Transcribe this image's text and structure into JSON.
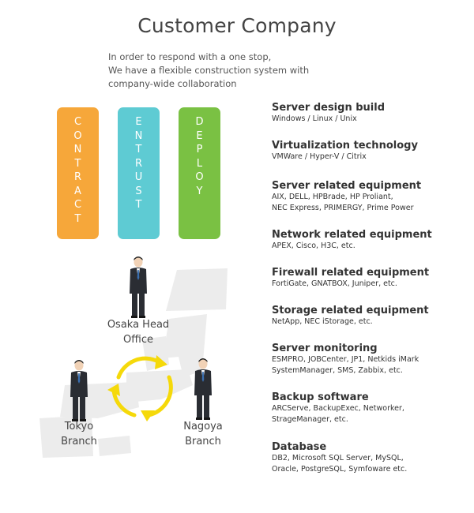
{
  "title": "Customer Company",
  "intro_lines": [
    "In order to respond with a one stop,",
    "We have a flexible construction system with",
    "company-wide collaboration"
  ],
  "pillars": [
    {
      "word": "CONTRACT",
      "color": "#f6a73a"
    },
    {
      "word": "ENTRUST",
      "color": "#5ecbd3"
    },
    {
      "word": "DEPLOY",
      "color": "#7ac143"
    }
  ],
  "categories": [
    {
      "title": "Server design build",
      "lines": [
        "Windows / Linux / Unix"
      ]
    },
    {
      "title": "Virtualization technology",
      "lines": [
        "VMWare / Hyper-V / Citrix"
      ]
    },
    {
      "title": "Server related equipment",
      "lines": [
        "AIX, DELL, HPBrade, HP Proliant,",
        "NEC Express, PRIMERGY, Prime Power"
      ]
    },
    {
      "title": "Network related equipment",
      "lines": [
        "APEX, Cisco, H3C, etc."
      ]
    },
    {
      "title": "Firewall related equipment",
      "lines": [
        "FortiGate, GNATBOX, Juniper, etc."
      ]
    },
    {
      "title": "Storage related equipment",
      "lines": [
        "NetApp, NEC iStorage, etc."
      ]
    },
    {
      "title": "Server monitoring",
      "lines": [
        "ESMPRO, JOBCenter, JP1, Netkids iMark",
        "SystemManager, SMS, Zabbix, etc."
      ]
    },
    {
      "title": "Backup software",
      "lines": [
        "ARCServe, BackupExec, Networker,",
        "StrageManager, etc."
      ]
    },
    {
      "title": "Database",
      "lines": [
        "DB2, Microsoft SQL Server, MySQL,",
        "Oracle, PostgreSQL, Symfoware etc."
      ]
    }
  ],
  "locations": {
    "osaka": [
      "Osaka Head",
      "Office"
    ],
    "tokyo": [
      "Tokyo",
      "Branch"
    ],
    "nagoya": [
      "Nagoya",
      "Branch"
    ]
  },
  "colors": {
    "map": "#ececec",
    "cycle": "#f5d90a",
    "suit": "#2a2d33",
    "tie": "#3a6fb0"
  }
}
